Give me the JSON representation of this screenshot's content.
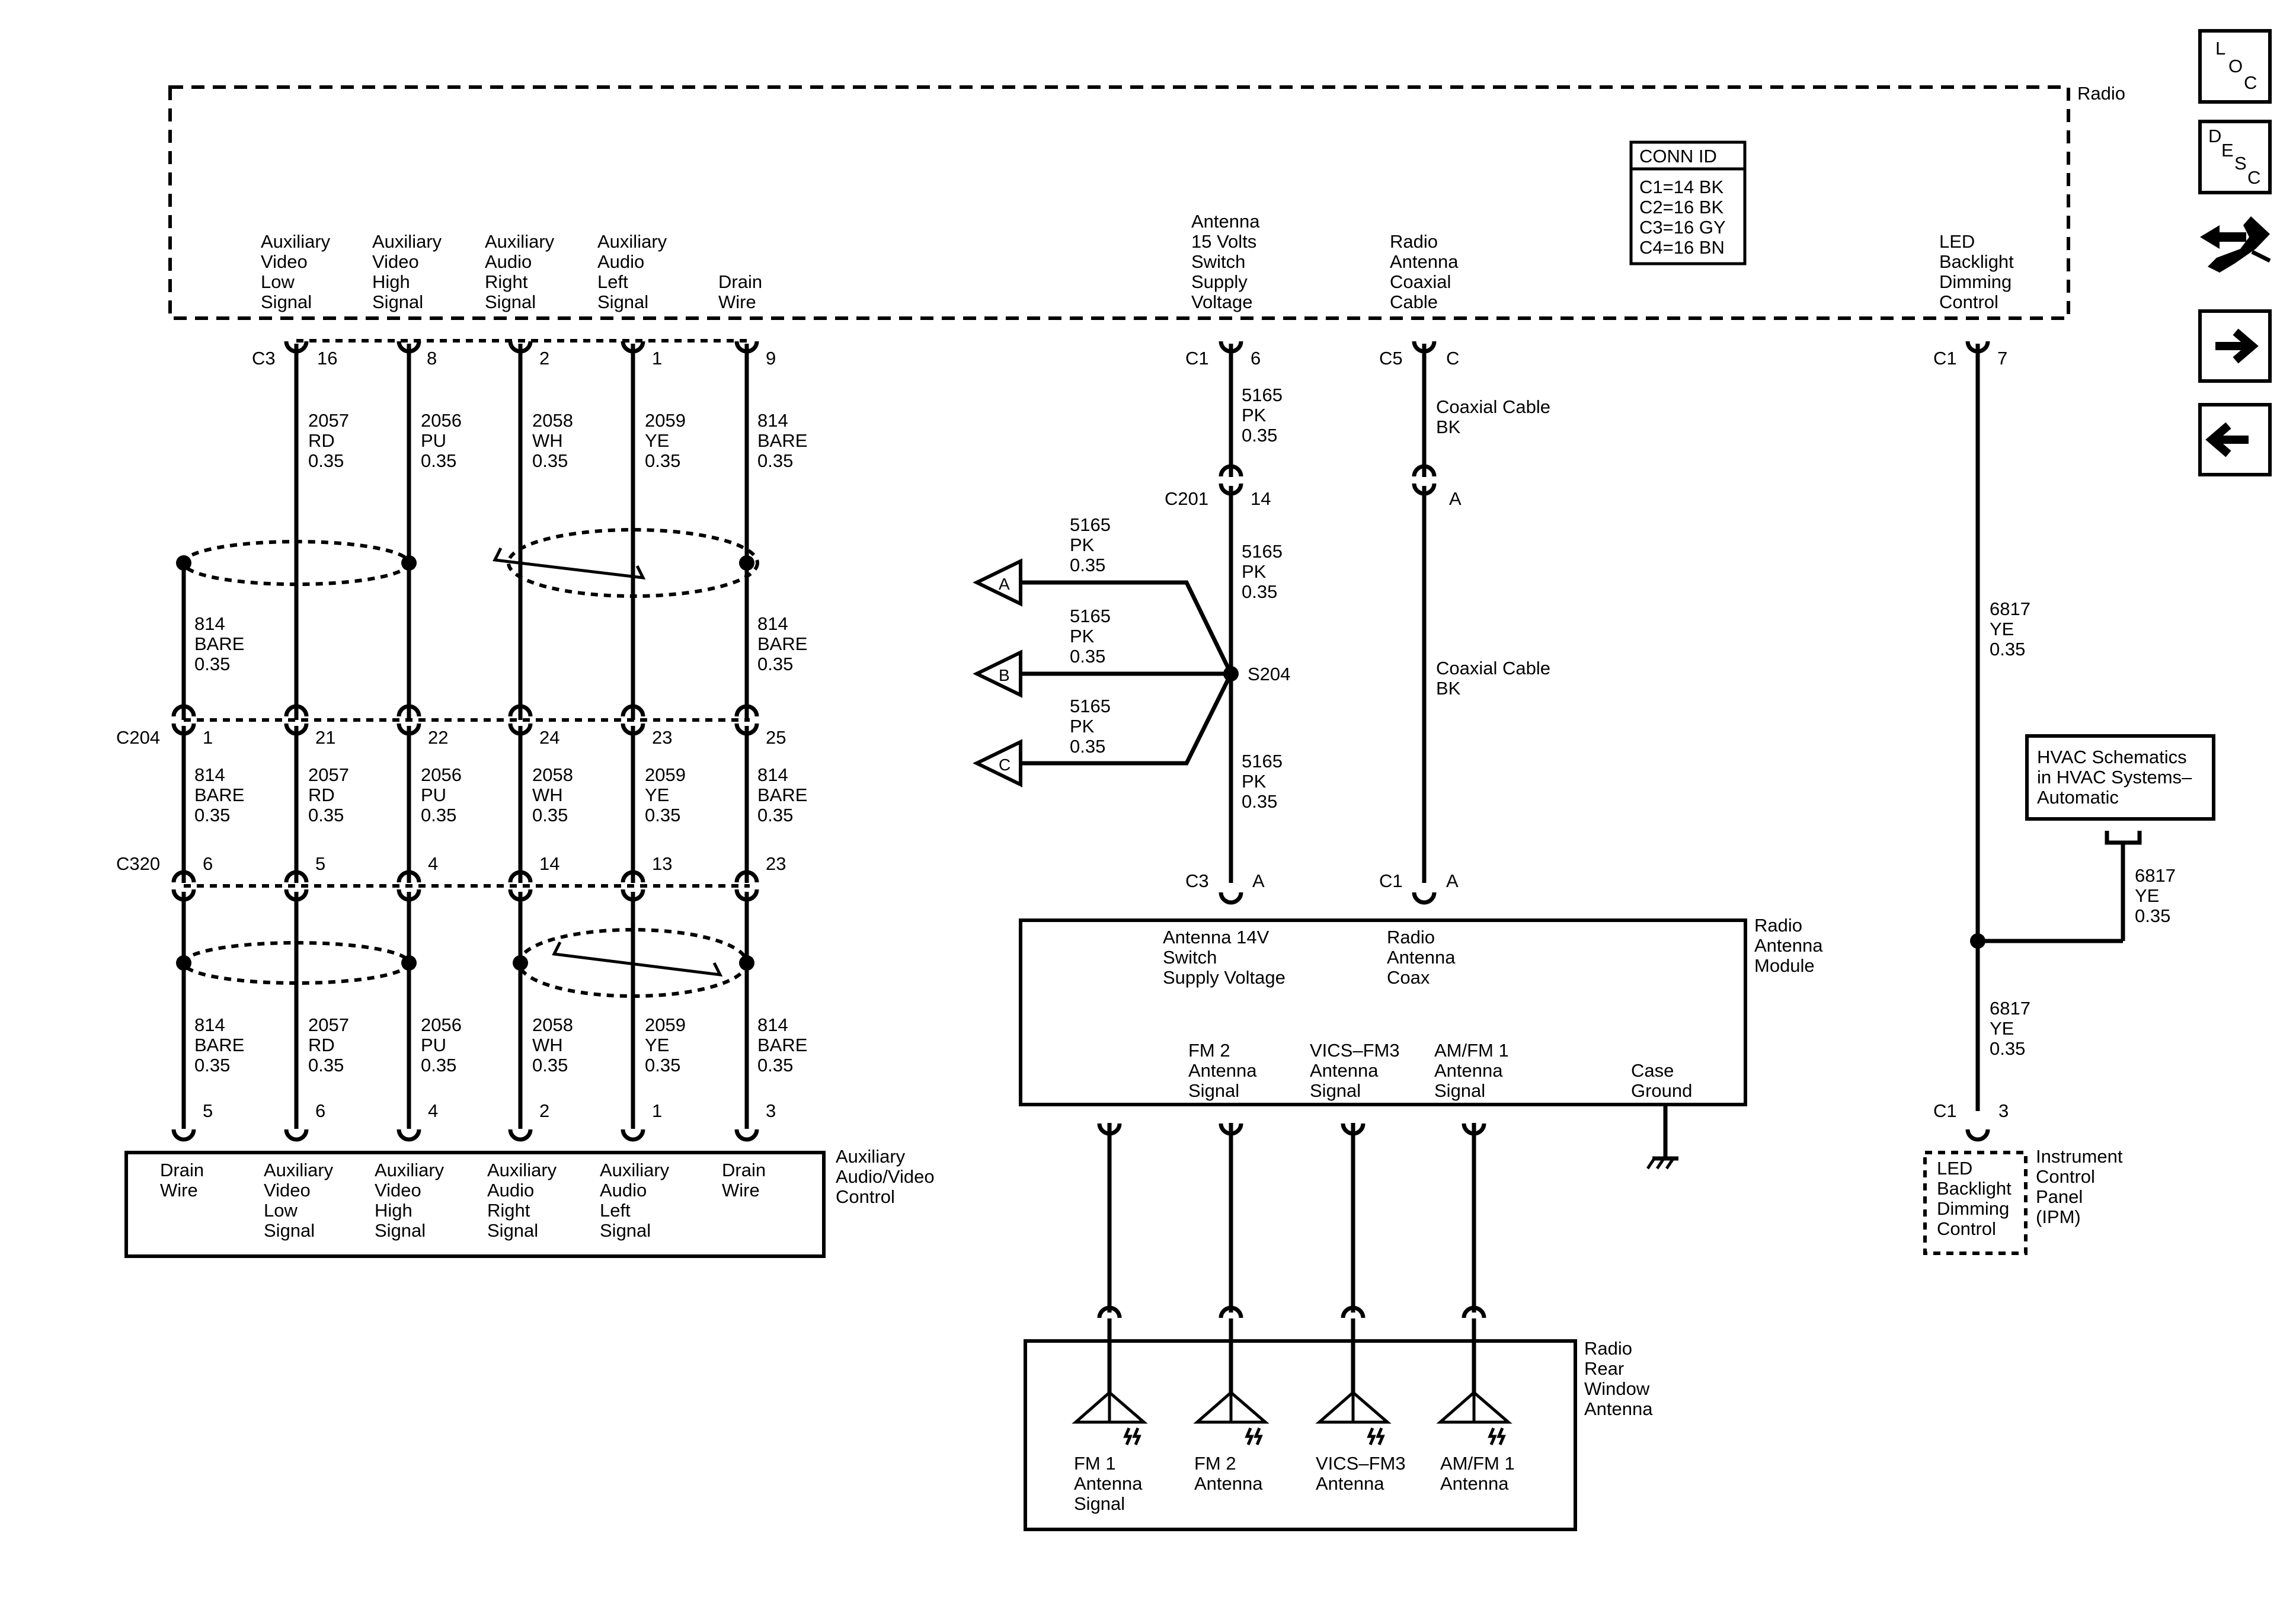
{
  "radio": {
    "title": "Radio"
  },
  "conn_id": {
    "title": "CONN ID",
    "rows": [
      "C1=14 BK",
      "C2=16 BK",
      "C3=16 GY",
      "C4=16 BN"
    ]
  },
  "nav": {
    "loc": [
      "L",
      "O",
      "C"
    ],
    "desc": [
      "D",
      "E",
      "S",
      "C"
    ]
  },
  "radio_pins": [
    {
      "lines": [
        "Auxiliary",
        "Video",
        "Low",
        "Signal"
      ],
      "conn": "C3",
      "pin": "16"
    },
    {
      "lines": [
        "Auxiliary",
        "Video",
        "High",
        "Signal"
      ],
      "conn": "",
      "pin": "8"
    },
    {
      "lines": [
        "Auxiliary",
        "Audio",
        "Right",
        "Signal"
      ],
      "conn": "",
      "pin": "2"
    },
    {
      "lines": [
        "Auxiliary",
        "Audio",
        "Left",
        "Signal"
      ],
      "conn": "",
      "pin": "1"
    },
    {
      "lines": [
        "Drain",
        "Wire"
      ],
      "conn": "",
      "pin": "9"
    },
    {
      "lines": [
        "Antenna",
        "15 Volts",
        "Switch",
        "Supply",
        "Voltage"
      ],
      "conn": "C1",
      "pin": "6"
    },
    {
      "lines": [
        "Radio",
        "Antenna",
        "Coaxial",
        "Cable"
      ],
      "conn": "C5",
      "pin": "C"
    },
    {
      "lines": [
        "LED",
        "Backlight",
        "Dimming",
        "Control"
      ],
      "conn": "C1",
      "pin": "7"
    }
  ],
  "upper_wires": [
    [
      "2057",
      "RD",
      "0.35"
    ],
    [
      "2056",
      "PU",
      "0.35"
    ],
    [
      "2058",
      "WH",
      "0.35"
    ],
    [
      "2059",
      "YE",
      "0.35"
    ],
    [
      "814",
      "BARE",
      "0.35"
    ]
  ],
  "shield_wires": {
    "left": [
      "814",
      "BARE",
      "0.35"
    ],
    "right": [
      "814",
      "BARE",
      "0.35"
    ]
  },
  "c204": {
    "name": "C204",
    "pins": [
      "1",
      "21",
      "22",
      "24",
      "23",
      "25"
    ]
  },
  "mid_wires": [
    [
      "814",
      "BARE",
      "0.35"
    ],
    [
      "2057",
      "RD",
      "0.35"
    ],
    [
      "2056",
      "PU",
      "0.35"
    ],
    [
      "2058",
      "WH",
      "0.35"
    ],
    [
      "2059",
      "YE",
      "0.35"
    ],
    [
      "814",
      "BARE",
      "0.35"
    ]
  ],
  "c320": {
    "name": "C320",
    "pins": [
      "6",
      "5",
      "4",
      "14",
      "13",
      "23"
    ]
  },
  "low_wires": [
    [
      "814",
      "BARE",
      "0.35"
    ],
    [
      "2057",
      "RD",
      "0.35"
    ],
    [
      "2056",
      "PU",
      "0.35"
    ],
    [
      "2058",
      "WH",
      "0.35"
    ],
    [
      "2059",
      "YE",
      "0.35"
    ],
    [
      "814",
      "BARE",
      "0.35"
    ]
  ],
  "aux_pins": [
    "5",
    "6",
    "4",
    "2",
    "1",
    "3"
  ],
  "aux_module": {
    "title": [
      "Auxiliary",
      "Audio/Video",
      "Control"
    ],
    "labels": [
      [
        "Drain",
        "Wire"
      ],
      [
        "Auxiliary",
        "Video",
        "Low",
        "Signal"
      ],
      [
        "Auxiliary",
        "Video",
        "High",
        "Signal"
      ],
      [
        "Auxiliary",
        "Audio",
        "Right",
        "Signal"
      ],
      [
        "Auxiliary",
        "Audio",
        "Left",
        "Signal"
      ],
      [
        "Drain",
        "Wire"
      ]
    ]
  },
  "antenna_power": {
    "wire1": [
      "5165",
      "PK",
      "0.35"
    ],
    "c201": {
      "name": "C201",
      "pin": "14"
    },
    "wire2": [
      "5165",
      "PK",
      "0.35"
    ],
    "splice": "S204",
    "wire3": [
      "5165",
      "PK",
      "0.35"
    ],
    "branches": [
      {
        "ref": "A",
        "wire": [
          "5165",
          "PK",
          "0.35"
        ]
      },
      {
        "ref": "B",
        "wire": [
          "5165",
          "PK",
          "0.35"
        ]
      },
      {
        "ref": "C",
        "wire": [
          "5165",
          "PK",
          "0.35"
        ]
      }
    ],
    "end_conn": "C3",
    "end_pin": "A"
  },
  "coax": {
    "wire1": [
      "Coaxial Cable",
      "BK"
    ],
    "mid_pin": "A",
    "wire2": [
      "Coaxial Cable",
      "BK"
    ],
    "end_conn": "C1",
    "end_pin": "A"
  },
  "ram": {
    "title": [
      "Radio",
      "Antenna",
      "Module"
    ],
    "top_labels": [
      [
        "Antenna 14V",
        "Switch",
        "Supply Voltage"
      ],
      [
        "Radio",
        "Antenna",
        "Coax"
      ]
    ],
    "bottom_labels": [
      [
        "FM 2",
        "Antenna",
        "Signal"
      ],
      [
        "VICS–FM3",
        "Antenna",
        "Signal"
      ],
      [
        "AM/FM 1",
        "Antenna",
        "Signal"
      ],
      [
        "Case",
        "Ground"
      ]
    ]
  },
  "rear_antenna": {
    "title": [
      "Radio",
      "Rear",
      "Window",
      "Antenna"
    ],
    "labels": [
      [
        "FM 1",
        "Antenna",
        "Signal"
      ],
      [
        "FM 2",
        "Antenna"
      ],
      [
        "VICS–FM3",
        "Antenna"
      ],
      [
        "AM/FM 1",
        "Antenna"
      ]
    ]
  },
  "led": {
    "wire1": [
      "6817",
      "YE",
      "0.35"
    ],
    "hvac_ref": [
      "HVAC Schematics",
      "in HVAC Systems–",
      "Automatic"
    ],
    "wire_hvac": [
      "6817",
      "YE",
      "0.35"
    ],
    "wire2": [
      "6817",
      "YE",
      "0.35"
    ],
    "end_conn": "C1",
    "end_pin": "3",
    "ipc_labels": [
      "LED",
      "Backlight",
      "Dimming",
      "Control"
    ],
    "ipc_title": [
      "Instrument",
      "Control",
      "Panel",
      "(IPM)"
    ]
  }
}
